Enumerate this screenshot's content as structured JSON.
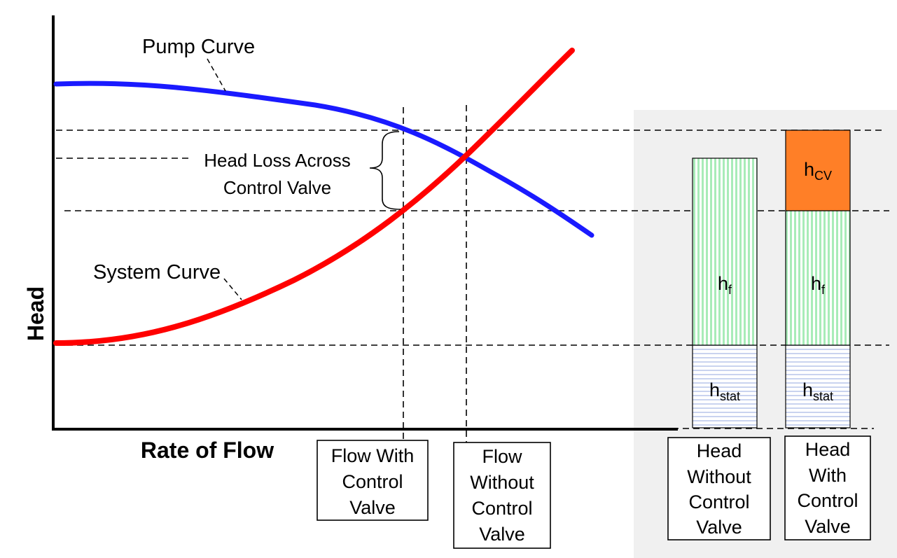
{
  "axes": {
    "y_label": "Head",
    "x_label": "Rate of Flow"
  },
  "curves": {
    "pump": {
      "label": "Pump Curve",
      "color": "#1a1aff"
    },
    "system": {
      "label": "System Curve",
      "color": "#ff0000"
    }
  },
  "annotation": {
    "head_loss_line1": "Head Loss Across",
    "head_loss_line2": "Control Valve"
  },
  "flow_boxes": {
    "with_valve": [
      "Flow With",
      "Control",
      "Valve"
    ],
    "without_valve": [
      "Flow",
      "Without",
      "Control",
      "Valve"
    ]
  },
  "bars": {
    "without_valve": {
      "segments": [
        {
          "name": "h",
          "sub": "stat",
          "color": "#c9d3ef"
        },
        {
          "name": "h",
          "sub": "f",
          "color": "#a8ecb8"
        }
      ],
      "caption": [
        "Head",
        "Without",
        "Control",
        "Valve"
      ]
    },
    "with_valve": {
      "segments": [
        {
          "name": "h",
          "sub": "stat",
          "color": "#c9d3ef"
        },
        {
          "name": "h",
          "sub": "f",
          "color": "#a8ecb8"
        },
        {
          "name": "h",
          "sub": "CV",
          "color": "#ff7f27"
        }
      ],
      "caption": [
        "Head",
        "With",
        "Control",
        "Valve"
      ]
    }
  },
  "colors": {
    "panel_bg": "#f0f0f0",
    "hcv": "#ff7f27",
    "hf_stripe": "#a8ecb8",
    "hstat_stripe": "#c9d3ef"
  }
}
